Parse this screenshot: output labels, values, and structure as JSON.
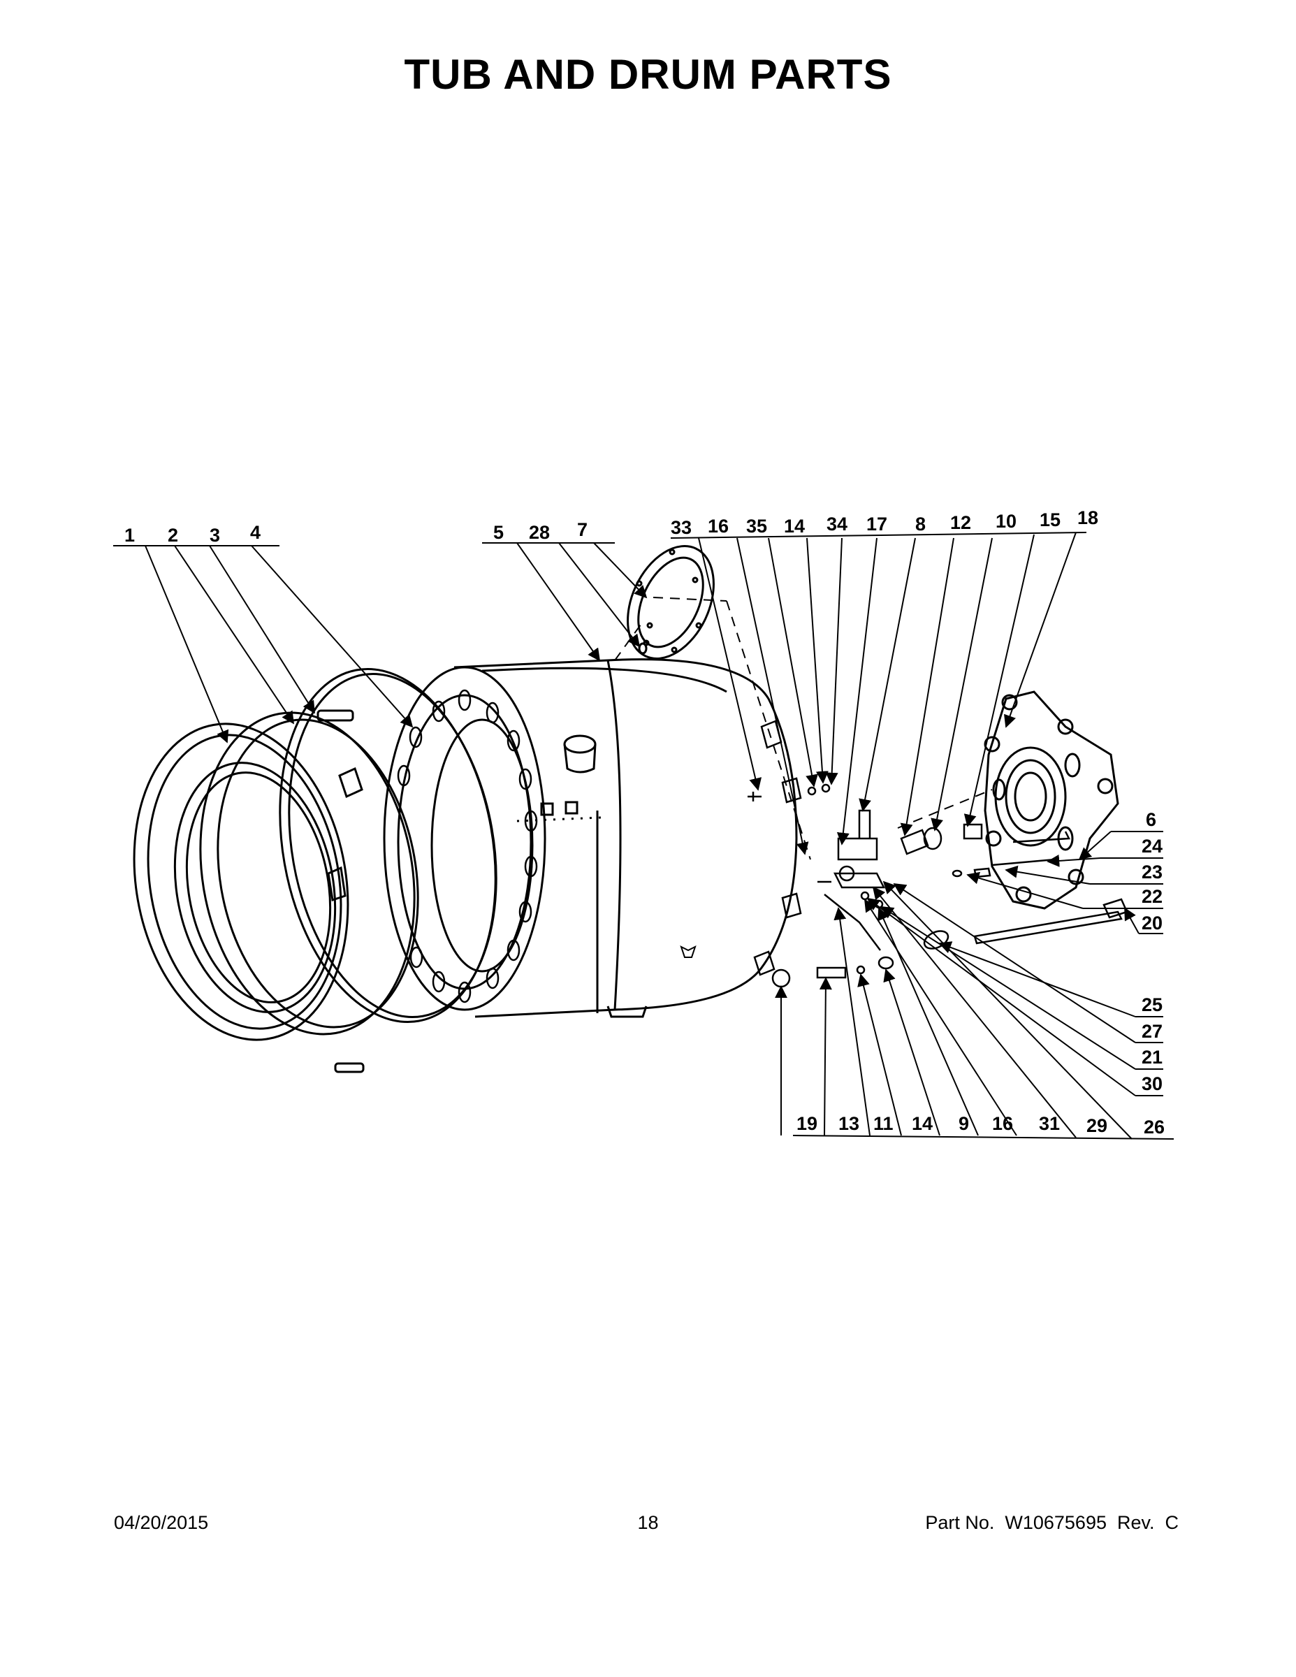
{
  "title": "TUB AND DRUM PARTS",
  "footer": {
    "date": "04/20/2015",
    "page_number": "18",
    "part_no": "Part No.  W10675695  Rev.  C"
  },
  "callouts": {
    "top_left": [
      "1",
      "2",
      "3",
      "4"
    ],
    "top_center": [
      "5",
      "28",
      "7"
    ],
    "top_right": [
      "33",
      "16",
      "35",
      "14",
      "34",
      "17",
      "8",
      "12",
      "10",
      "15",
      "18"
    ],
    "right_side": [
      "6",
      "24",
      "23",
      "22",
      "20",
      "25",
      "27",
      "21",
      "30"
    ],
    "bottom": [
      "19",
      "13",
      "11",
      "14",
      "9",
      "16",
      "31",
      "29",
      "26"
    ]
  }
}
